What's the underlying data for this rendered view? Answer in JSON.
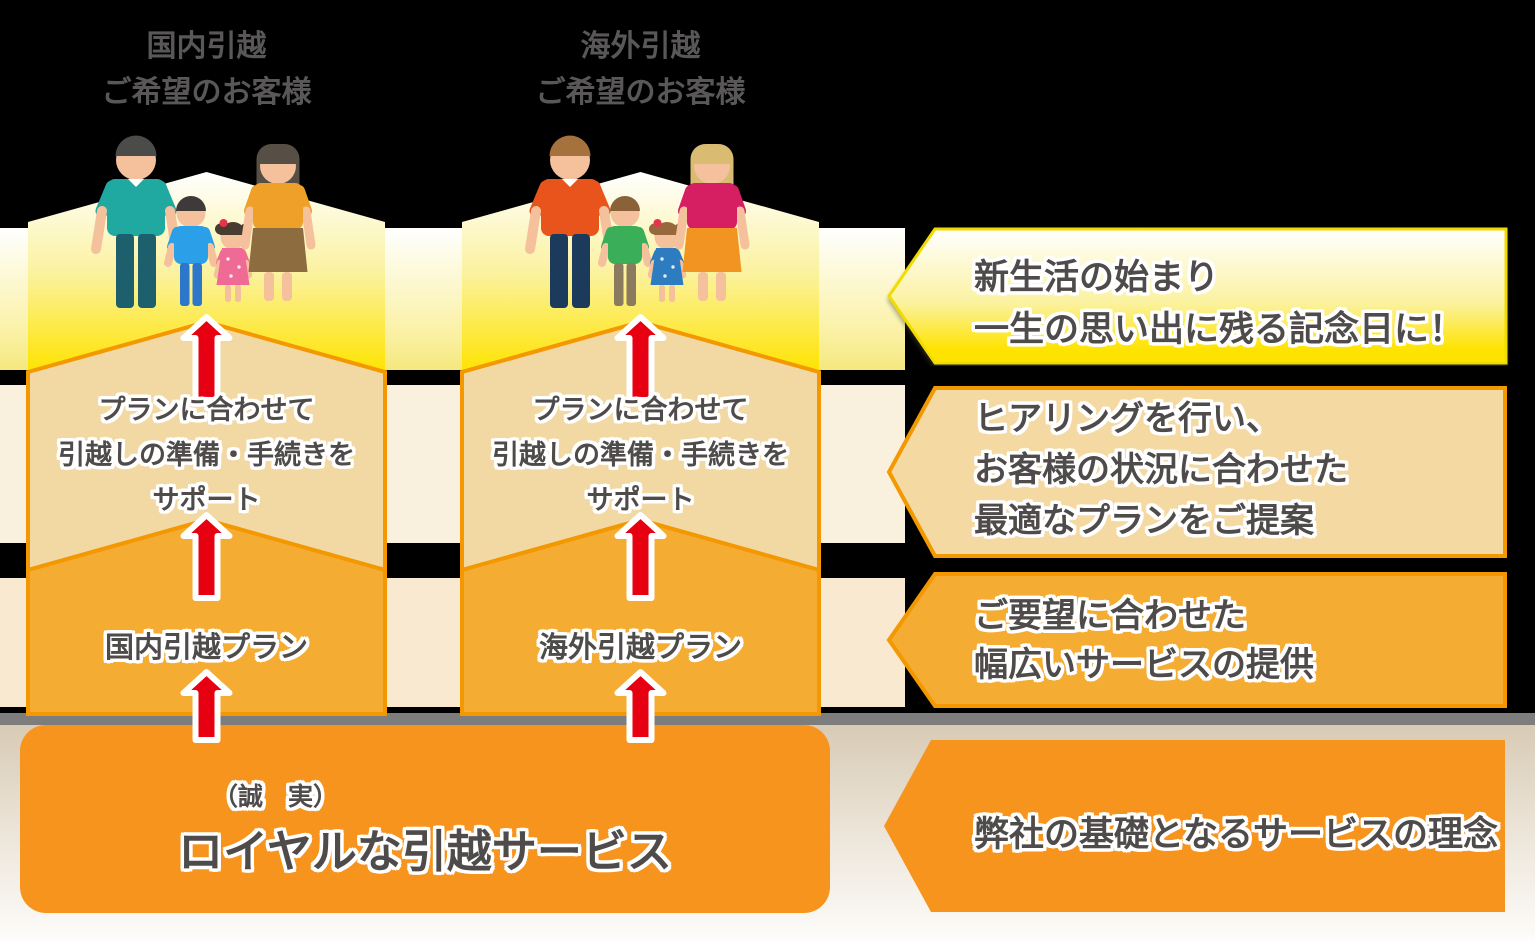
{
  "columns": [
    {
      "header_line1": "国内引越",
      "header_line2": "ご希望のお客様",
      "support_lines": [
        "プランに合わせて",
        "引越しの準備・手続きを",
        "サポート"
      ],
      "plan_label": "国内引越プラン"
    },
    {
      "header_line1": "海外引越",
      "header_line2": "ご希望のお客様",
      "support_lines": [
        "プランに合わせて",
        "引越しの準備・手続きを",
        "サポート"
      ],
      "plan_label": "海外引越プラン"
    }
  ],
  "callouts": [
    {
      "lines": [
        "新生活の始まり",
        "一生の思い出に残る記念日に！"
      ]
    },
    {
      "lines": [
        "ヒアリングを行い、",
        "お客様の状況に合わせた",
        "最適なプランをご提案"
      ]
    },
    {
      "lines": [
        "ご要望に合わせた",
        "幅広いサービスの提供"
      ]
    },
    {
      "lines": [
        "弊社の基礎となるサービスの理念"
      ]
    }
  ],
  "foundation": {
    "sub_label": "（誠　実）",
    "title": "ロイヤルな引越サービス"
  },
  "palette": {
    "page_bg": "#000000",
    "band1_top": "#FFFFFF",
    "band1_bottom": "#F5E87E",
    "band2": "#FAF0DE",
    "band3": "#F8E9D0",
    "gray_bar": "#7D7D7D",
    "bottom_band_top": "#D8CBB5",
    "bottom_band_bottom": "#FDFCFA",
    "seg_grad_top": "#FFFFFF",
    "seg_grad_mid": "#FBF2A0",
    "seg_grad_bottom": "#FFE300",
    "seg2_fill": "#F2D9A4",
    "seg3_fill": "#F5AC33",
    "col_border": "#F39800",
    "callout1_border": "#F2DC00",
    "callout2_fill": "#F5D9A2",
    "callout3_fill": "#F5AC33",
    "callout4_fill": "#F7941E",
    "foundation_fill": "#F7941E",
    "arrow_red": "#E60012",
    "text_dark": "#4E4B4A",
    "header_text": "#595757",
    "skin": "#F5C09C"
  },
  "families": [
    {
      "dad": {
        "hair": "#4B4B49",
        "shirt": "#1FA9A0",
        "pants": "#1E5F6E"
      },
      "boy": {
        "hair": "#3E3A39",
        "shirt": "#2B9FE8",
        "pants": "#2C77C9"
      },
      "girl": {
        "hair": "#4A3B30",
        "dress": "#EF6A95",
        "bow": "#E5344E"
      },
      "mom": {
        "hair": "#574E46",
        "top": "#EFA029",
        "skirt": "#8D6C3F"
      }
    },
    {
      "dad": {
        "hair": "#A5713C",
        "shirt": "#E8541C",
        "pants": "#1B3A5C"
      },
      "boy": {
        "hair": "#8A6239",
        "shirt": "#3BAE5A",
        "pants": "#8A7A5E"
      },
      "girl": {
        "hair": "#96683C",
        "dress": "#2E7CC0",
        "bow": "#E5344E"
      },
      "mom": {
        "hair": "#D9BC72",
        "top": "#D61F62",
        "skirt": "#F29422"
      }
    }
  ]
}
